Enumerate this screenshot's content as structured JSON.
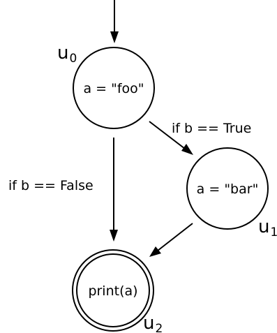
{
  "nodes": [
    {
      "id": "u0",
      "name": "u",
      "subscript": "0",
      "label": "a = \"foo\""
    },
    {
      "id": "u1",
      "name": "u",
      "subscript": "1",
      "label": "a = \"bar\""
    },
    {
      "id": "u2",
      "name": "u",
      "subscript": "2",
      "label": "print(a)"
    }
  ],
  "edges": [
    {
      "from": "entry",
      "to": "u0",
      "label": ""
    },
    {
      "from": "u0",
      "to": "u1",
      "label": "if b == True"
    },
    {
      "from": "u0",
      "to": "u2",
      "label": "if b == False"
    },
    {
      "from": "u1",
      "to": "u2",
      "label": ""
    }
  ],
  "colors": {
    "stroke": "#000000",
    "fill": "#ffffff"
  }
}
